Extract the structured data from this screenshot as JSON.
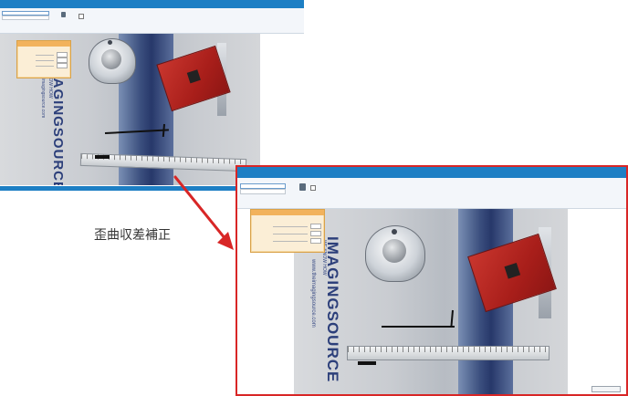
{
  "caption": "歪曲収差補正",
  "colors": {
    "accent": "#1d7fc4",
    "highlight": "#d82626",
    "panel": "#f2b25c"
  },
  "before": {
    "tabs": [
      "",
      "",
      "",
      "",
      ""
    ],
    "ruler_label": "",
    "panel_title": "",
    "panel_rows": [
      "",
      "",
      "",
      ""
    ]
  },
  "after": {
    "tabs": [
      "",
      "",
      "",
      "",
      "",
      "",
      ""
    ],
    "ruler_label": "",
    "panel_title": "",
    "panel_rows": [
      "",
      "",
      "",
      ""
    ],
    "side_button": ""
  },
  "logo": {
    "brand": "IMAGINGSOURCE",
    "sub": "WE KNOW HOW",
    "url": "www.theimagingsource.com"
  }
}
